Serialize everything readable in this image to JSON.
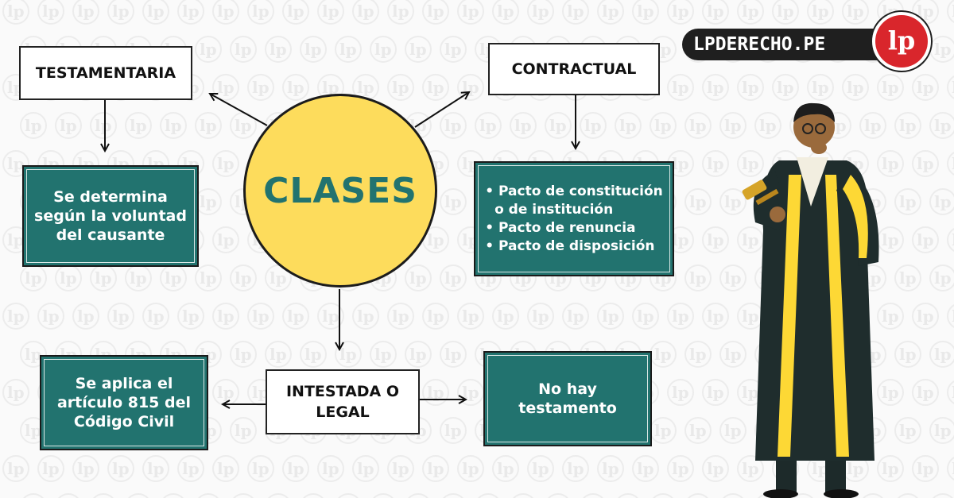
{
  "brand": {
    "site": "LPDERECHO.PE",
    "logo_text": "lp"
  },
  "center": {
    "label": "CLASES"
  },
  "testamentaria": {
    "title": "TESTAMENTARIA",
    "description_lines": [
      "Se determina",
      "según la voluntad",
      "del causante"
    ]
  },
  "contractual": {
    "title": "CONTRACTUAL",
    "items": [
      "• Pacto de constitución",
      "  o de institución",
      "• Pacto de renuncia",
      "• Pacto de disposición"
    ]
  },
  "intestada": {
    "title_lines": [
      "INTESTADA O",
      "LEGAL"
    ],
    "left_lines": [
      "Se aplica el",
      "artículo 815 del",
      "Código Civil"
    ],
    "right_lines": [
      "No hay",
      "testamento"
    ]
  },
  "colors": {
    "teal": "#22736f",
    "yellow": "#fddc5c",
    "dark": "#1f1f1f",
    "logo_red": "#d9262c"
  }
}
